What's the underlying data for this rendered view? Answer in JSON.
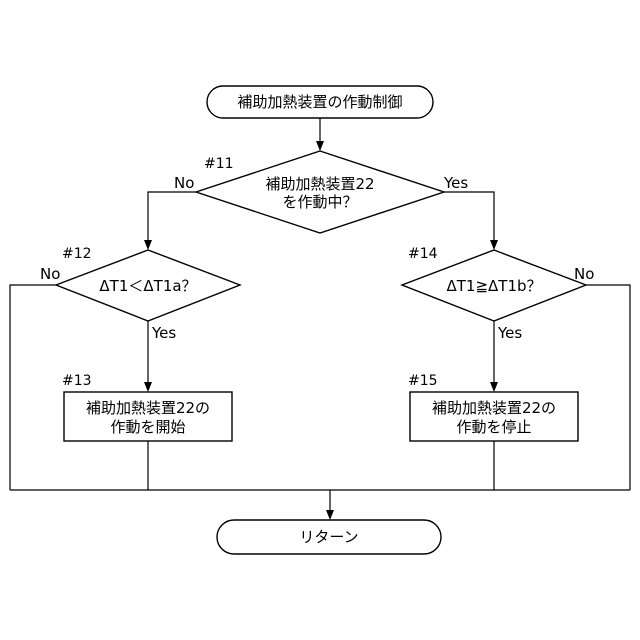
{
  "flowchart": {
    "start": {
      "text": "補助加熱装置の作動制御"
    },
    "decision_11": {
      "step": "#11",
      "line1": "補助加熱装置22",
      "line2": "を作動中？",
      "no_label": "No",
      "yes_label": "Yes"
    },
    "decision_12": {
      "step": "#12",
      "text": "ΔT1＜ΔT1a？",
      "no_label": "No",
      "yes_label": "Yes"
    },
    "process_13": {
      "step": "#13",
      "line1": "補助加熱装置22の",
      "line2": "作動を開始"
    },
    "decision_14": {
      "step": "#14",
      "text": "ΔT1≧ΔT1b？",
      "no_label": "No",
      "yes_label": "Yes"
    },
    "process_15": {
      "step": "#15",
      "line1": "補助加熱装置22の",
      "line2": "作動を停止"
    },
    "end": {
      "text": "リターン"
    }
  }
}
